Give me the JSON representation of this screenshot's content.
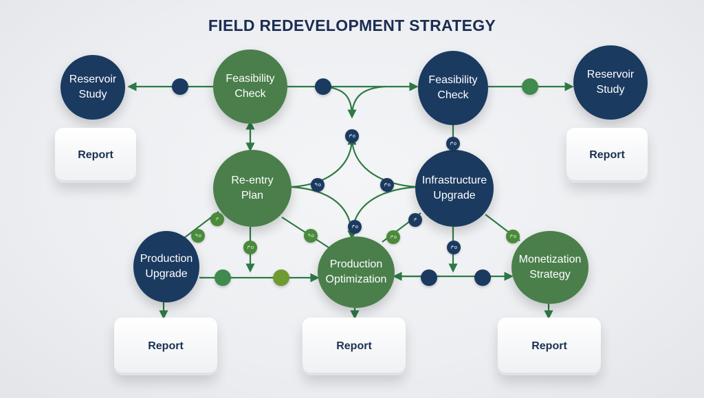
{
  "title": "FIELD REDEVELOPMENT STRATEGY",
  "colors": {
    "navy": "#1b3a60",
    "green": "#4a7f4b",
    "wire": "#2e7a45",
    "report_text": "#1b3050"
  },
  "nodes": {
    "reservoir_study_left": {
      "line1": "Reservoir",
      "line2": "Study"
    },
    "feasibility_check_left": {
      "line1": "Feasibility",
      "line2": "Check"
    },
    "feasibility_check_right": {
      "line1": "Feasibility",
      "line2": "Check"
    },
    "reservoir_study_right": {
      "line1": "Reservoir",
      "line2": "Study"
    },
    "reentry_plan": {
      "line1": "Re-entry",
      "line2": "Plan"
    },
    "infrastructure_upgrade": {
      "line1": "Infrastructure",
      "line2": "Upgrade"
    },
    "production_upgrade": {
      "line1": "Production",
      "line2": "Upgrade"
    },
    "production_optimization": {
      "line1": "Production",
      "line2": "Optimization"
    },
    "monetization_strategy": {
      "line1": "Monetization",
      "line2": "Strategy"
    }
  },
  "reports": {
    "top_left": "Report",
    "top_right": "Report",
    "bottom_left": "Report",
    "bottom_center": "Report",
    "bottom_right": "Report"
  },
  "tags": {
    "junction_top": "↱o",
    "reentry_right": "↰o",
    "infra_left": "↱o",
    "feas_right_below": "↱o",
    "junction_bottom": "↱o",
    "reentry_left_lower": "↱",
    "reentry_lower_left": "↰o",
    "reentry_below": "↱o",
    "reentry_lower_right": "↰o",
    "infra_lower_left": "↱o",
    "infra_lower": "↱",
    "infra_below": "↱o",
    "infra_lower_right": "↱o"
  }
}
